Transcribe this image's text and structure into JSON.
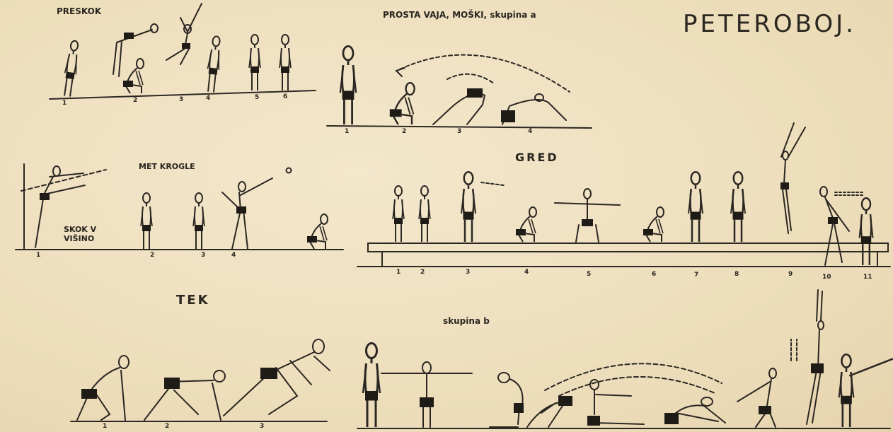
{
  "title": "PETEROBOJ.",
  "sections": {
    "preskok": "PRESKOK",
    "prosta_vaja": "PROSTA VAJA, MOŠKI, skupina a",
    "skok_v_visino_1": "SKOK V",
    "skok_v_visino_2": "VIŠINO",
    "met_krogle": "MET KROGLE",
    "gred": "GRED",
    "tek": "TEK",
    "skupina_b": "skupina b"
  },
  "numbers": {
    "preskok": [
      "1",
      "2",
      "3",
      "4",
      "5",
      "6"
    ],
    "prosta": [
      "1",
      "2",
      "3",
      "4"
    ],
    "krogla": [
      "1",
      "2",
      "3",
      "4"
    ],
    "gred": [
      "1",
      "2",
      "3",
      "4",
      "5",
      "6",
      "7",
      "8",
      "9",
      "10",
      "11"
    ],
    "tek": [
      "1",
      "2",
      "3"
    ]
  },
  "colors": {
    "paper": "#efe1c2",
    "ink": "#2b2722"
  }
}
